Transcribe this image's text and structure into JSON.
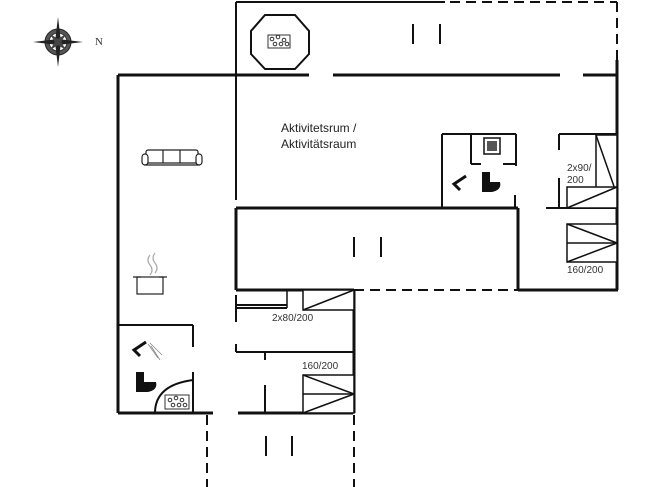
{
  "compass": {
    "north_label": "N"
  },
  "rooms": {
    "activity_room": {
      "line1": "Aktivitetsrum /",
      "line2": "Aktivitätsraum"
    }
  },
  "beds": {
    "bedroom_ne_top": {
      "size_line1": "2x90/",
      "size_line2": "200"
    },
    "bedroom_ne_bottom": {
      "size": "160/200"
    },
    "bedroom_center_top": {
      "size": "2x80/200"
    },
    "bedroom_center_bottom": {
      "size": "160/200"
    }
  },
  "icons": [
    "compass-rose",
    "hot-tub",
    "sofa",
    "cooking-pot",
    "shower",
    "toilet",
    "sauna",
    "washing-machine",
    "bed"
  ],
  "colors": {
    "wall": "#111111",
    "background": "#ffffff"
  }
}
